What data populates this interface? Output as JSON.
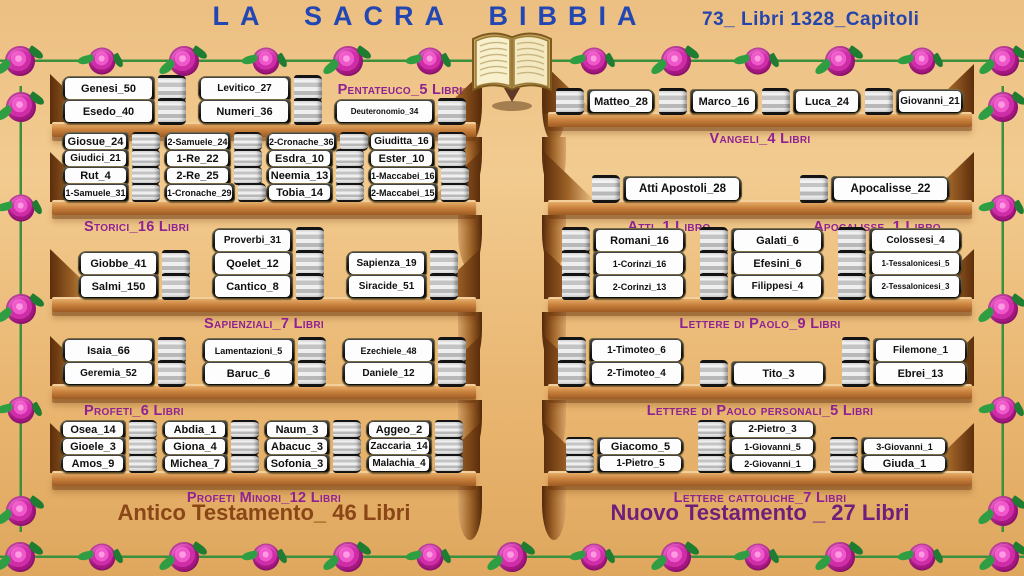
{
  "title": "LA SACRA BIBBIA",
  "subtitle": "73_ Libri 1328_Capitoli",
  "colors": {
    "title_blue": "#2247b2",
    "shelf_label_purple": "#8f2292",
    "old_testament_brown": "#8a4616",
    "new_testament_purple": "#701d7c",
    "background_gold": "#e9b671",
    "rose_pink": "#cf2ca8",
    "wood_brown": "#9c5a22"
  },
  "old_testament": {
    "total_label": "Antico Testamento_ 46 Libri",
    "shelves": [
      {
        "name": "Pentateuco_5 Libri",
        "columns": [
          [
            "Genesi_50",
            "Esedo_40"
          ],
          [
            "Levitico_27",
            "Numeri_36"
          ],
          [
            "Deuteronomio_34"
          ]
        ]
      },
      {
        "name": "Storici_16 Libri",
        "columns": [
          [
            "Giosue_24",
            "Giudici_21",
            "Rut_4",
            "1-Samuele_31"
          ],
          [
            "2-Samuele_24",
            "1-Re_22",
            "2-Re_25",
            "1-Cronache_29"
          ],
          [
            "2-Cronache_36",
            "Esdra_10",
            "Neemia_13",
            "Tobia_14"
          ],
          [
            "Giuditta_16",
            "Ester_10",
            "1-Maccabei_16",
            "2-Maccabei_15"
          ]
        ]
      },
      {
        "name": "Sapienziali_7 Libri",
        "columns": [
          [
            "Giobbe_41",
            "Salmi_150"
          ],
          [
            "Proverbi_31",
            "Qoelet_12",
            "Cantico_8"
          ],
          [
            "Sapienza_19",
            "Siracide_51"
          ]
        ]
      },
      {
        "name": "Profeti_6 Libri",
        "columns": [
          [
            "Isaia_66",
            "Geremia_52"
          ],
          [
            "Lamentazioni_5",
            "Baruc_6"
          ],
          [
            "Ezechiele_48",
            "Daniele_12"
          ]
        ]
      },
      {
        "name": "Profeti Minori_12 Libri",
        "columns": [
          [
            "Osea_14",
            "Gioele_3",
            "Amos_9"
          ],
          [
            "Abdia_1",
            "Giona_4",
            "Michea_7"
          ],
          [
            "Naum_3",
            "Abacuc_3",
            "Sofonia_3"
          ],
          [
            "Aggeo_2",
            "Zaccaria_14",
            "Malachia_4"
          ]
        ]
      }
    ]
  },
  "new_testament": {
    "total_label": "Nuovo Testamento _ 27 Libri",
    "shelves": [
      {
        "name": "Vangeli_4 Libri",
        "columns": [
          [
            "Matteo_28"
          ],
          [
            "Marco_16"
          ],
          [
            "Luca_24"
          ],
          [
            "Giovanni_21"
          ]
        ]
      },
      {
        "name": "Atti_1 Libro",
        "columns": [
          [
            "Atti Apostoli_28"
          ]
        ]
      },
      {
        "name": "Apocalisse_1 Libro",
        "columns": [
          [
            "Apocalisse_22"
          ]
        ]
      },
      {
        "name": "Lettere di Paolo_9 Libri",
        "columns": [
          [
            "Romani_16",
            "1-Corinzi_16",
            "2-Corinzi_13"
          ],
          [
            "Galati_6",
            "Efesini_6",
            "Filippesi_4"
          ],
          [
            "Colossesi_4",
            "1-Tessalonicesi_5",
            "2-Tessalonicesi_3"
          ]
        ]
      },
      {
        "name": "Lettere di Paolo personali_5 Libri",
        "columns": [
          [
            "1-Timoteo_6",
            "2-Timoteo_4"
          ],
          [
            "Tito_3"
          ],
          [
            "Filemone_1",
            "Ebrei_13"
          ]
        ]
      },
      {
        "name": "Lettere cattoliche_7 Libri",
        "columns": [
          [
            "Giacomo_5",
            "1-Pietro_5"
          ],
          [
            "2-Pietro_3",
            "1-Giovanni_5",
            "2-Giovanni_1"
          ],
          [
            "3-Giovanni_1",
            "Giuda_1"
          ]
        ]
      }
    ]
  }
}
